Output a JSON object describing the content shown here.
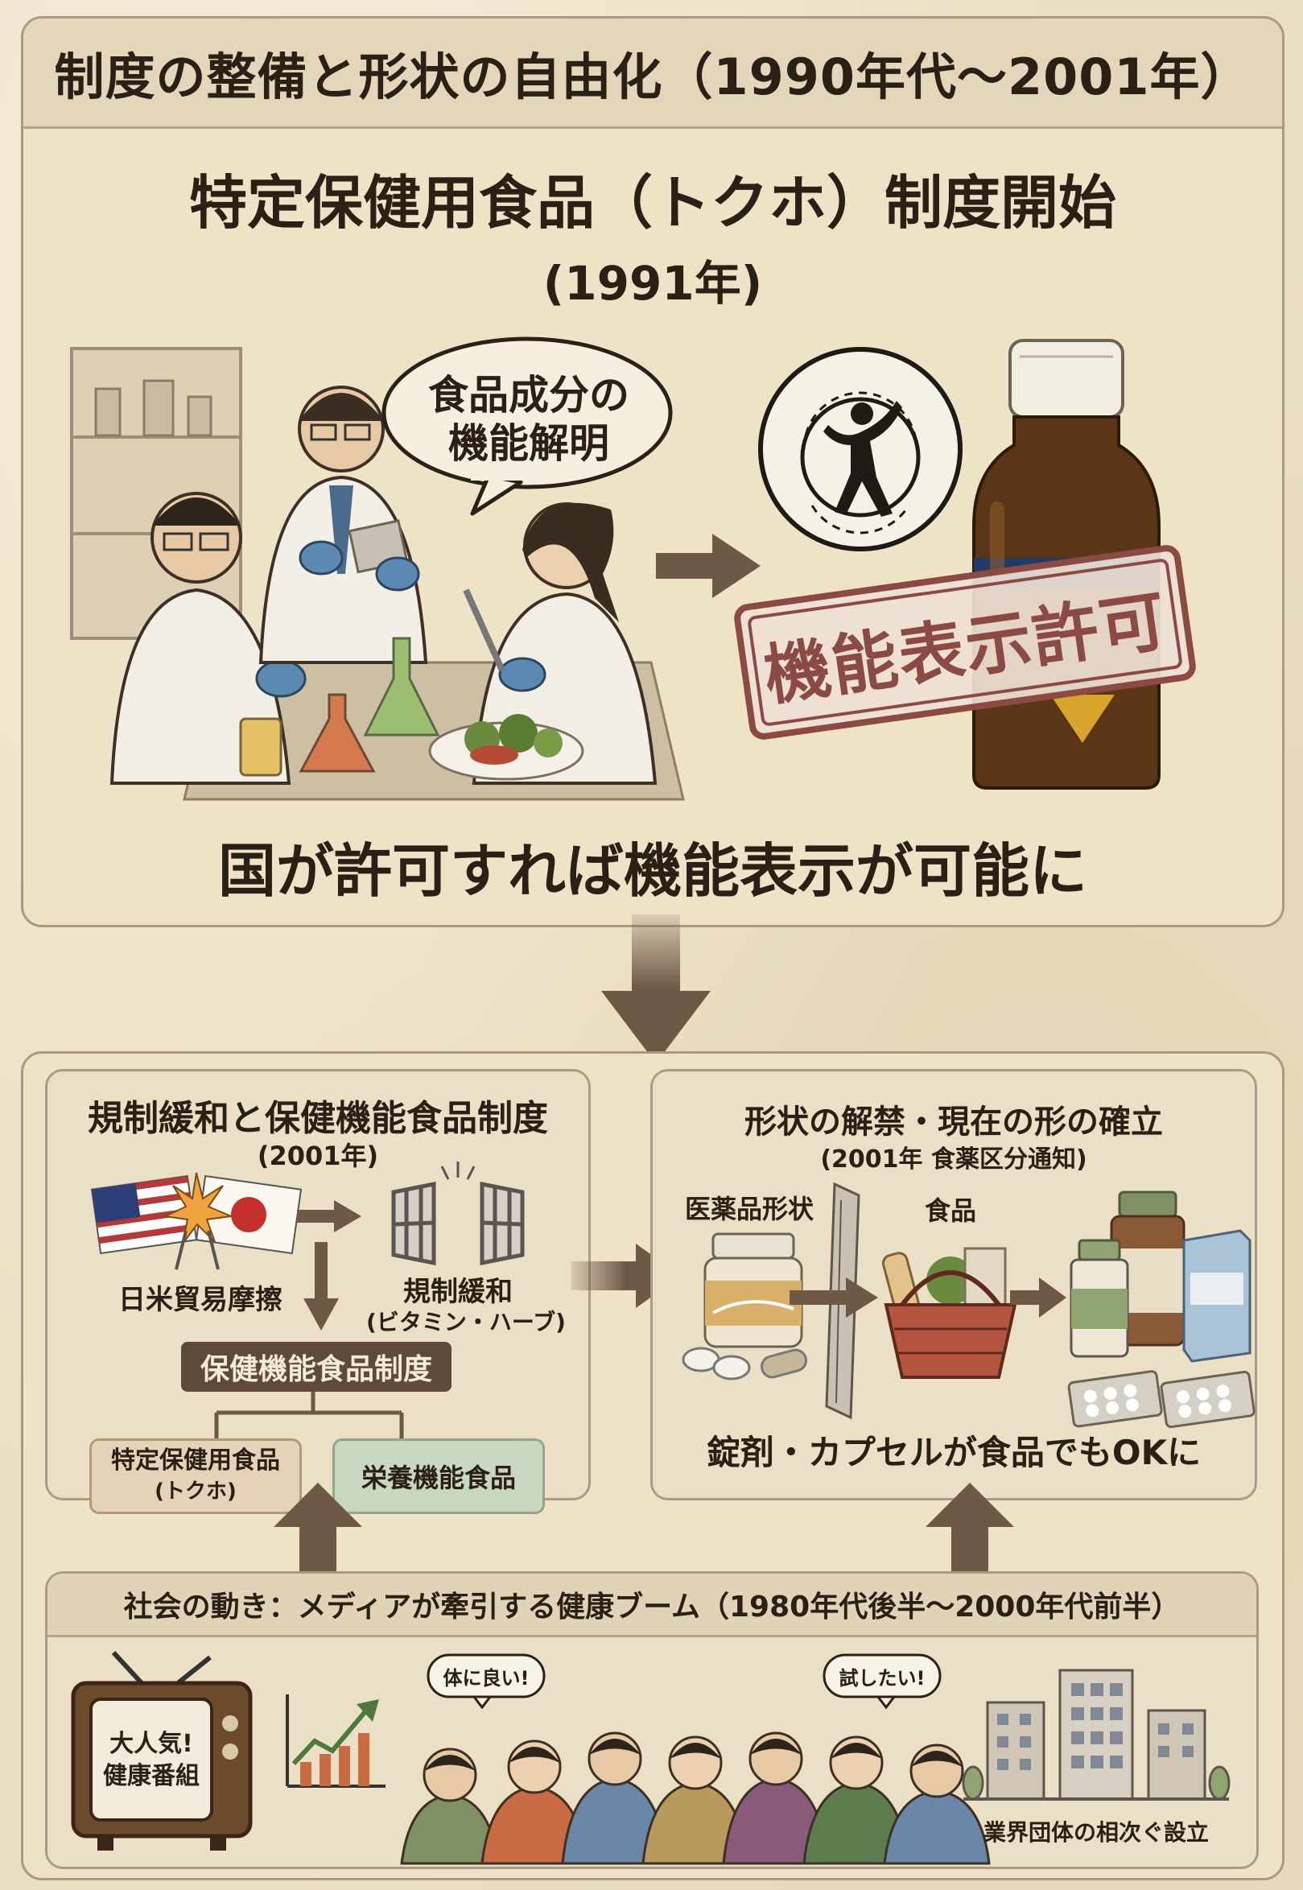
{
  "header": {
    "title": "制度の整備と形状の自由化（1990年代〜2001年）"
  },
  "tokuho": {
    "heading": "特定保健用食品（トクホ）制度開始",
    "year": "(1991年)",
    "speech_bubble_line1": "食品成分の",
    "speech_bubble_line2": "機能解明",
    "stamp": "機能表示許可",
    "caption": "国が許可すれば機能表示が可能に"
  },
  "deregulation": {
    "heading": "規制緩和と保健機能食品制度",
    "year": "(2001年)",
    "trade_label": "日米貿易摩擦",
    "dereg_label": "規制緩和",
    "dereg_sub": "(ビタミン・ハーブ)",
    "system_label": "保健機能食品制度",
    "tokuho_box_line1": "特定保健用食品",
    "tokuho_box_line2": "(トクホ)",
    "nutrient_box": "栄養機能食品"
  },
  "shape": {
    "heading": "形状の解禁・現在の形の確立",
    "sub": "(2001年 食薬区分通知)",
    "pharma_label": "医薬品形状",
    "food_label": "食品",
    "caption": "錠剤・カプセルが食品でもOKに"
  },
  "social": {
    "heading": "社会の動き：メディアが牽引する健康ブーム（1980年代後半〜2000年代前半）",
    "tv_line1": "大人気!",
    "tv_line2": "健康番組",
    "bubble_left": "体に良い!",
    "bubble_right": "試したい!",
    "industry_label": "業界団体の相次ぐ設立"
  },
  "colors": {
    "arrow": "#6e5846",
    "panel_bg": "#efe3c7",
    "tokuho_box": "#e6d2b8",
    "nutrient_box": "#c9d6c0",
    "system_bar": "#5f4a3a"
  }
}
